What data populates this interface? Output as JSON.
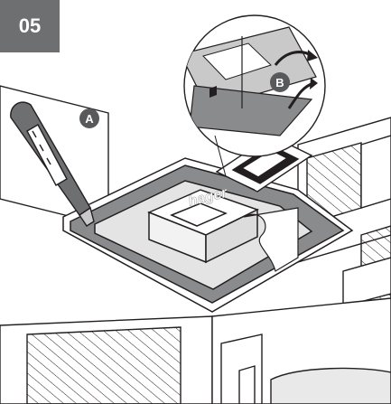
{
  "step": {
    "number": "05"
  },
  "markers": {
    "a": "A",
    "b": "B"
  },
  "box_brand": "hager",
  "colors": {
    "step_box": "#6e6f71",
    "marker": "#58595b",
    "panel": "#8a8b8d",
    "line": "#231f20"
  }
}
